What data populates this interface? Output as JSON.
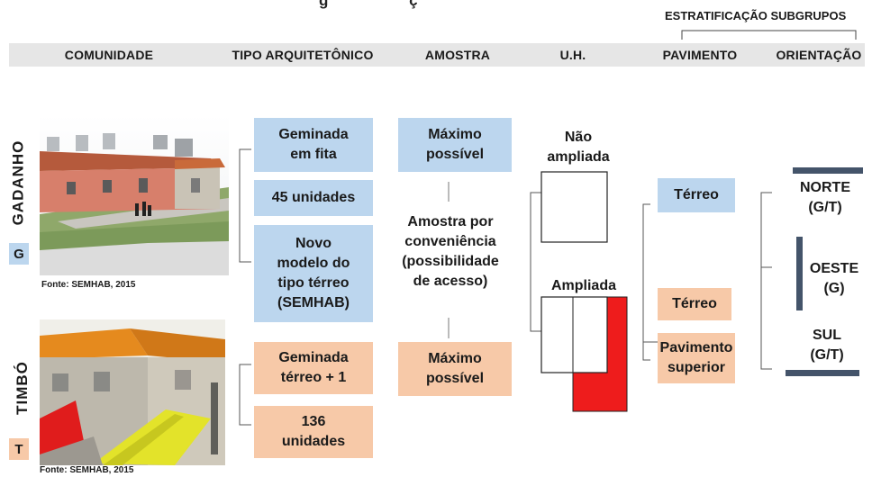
{
  "top_title_partial": "g                   ç",
  "stratification_label": "ESTRATIFICAÇÃO SUBGRUPOS",
  "headers": {
    "comunidade": "COMUNIDADE",
    "tipo": "TIPO ARQUITETÔNICO",
    "amostra": "AMOSTRA",
    "uh": "U.H.",
    "pavimento": "PAVIMENTO",
    "orientacao": "ORIENTAÇÃO"
  },
  "gadanho": {
    "name": "GADANHO",
    "letter": "G",
    "source": "Fonte: SEMHAB, 2015",
    "tipo": [
      "Geminada\nem fita",
      "45 unidades",
      "Novo\nmodelo do\ntipo térreo\n(SEMHAB)"
    ],
    "amostra": "Máximo\npossível"
  },
  "timbo": {
    "name": "TIMBÓ",
    "letter": "T",
    "source": "Fonte: SEMHAB, 2015",
    "tipo": [
      "Geminada\ntérreo + 1",
      "136\nunidades"
    ],
    "amostra": "Máximo\npossível"
  },
  "amostra_middle": "Amostra por\nconveniência\n(possibilidade\nde acesso)",
  "uh": {
    "nao_ampliada": "Não\nampliada",
    "ampliada": "Ampliada"
  },
  "pavimento": {
    "terreo_g": "Térreo",
    "terreo_t": "Térreo",
    "superior": "Pavimento\nsuperior"
  },
  "orientacao": {
    "norte": "NORTE\n(G/T)",
    "oeste": "OESTE\n(G)",
    "sul": "SUL\n(G/T)"
  },
  "colors": {
    "blue_box": "#bcd6ee",
    "peach_box": "#f7c9a8",
    "red": "#ee1c1c",
    "orientation_bar": "#44546a",
    "header_bar": "#e6e6e6"
  }
}
